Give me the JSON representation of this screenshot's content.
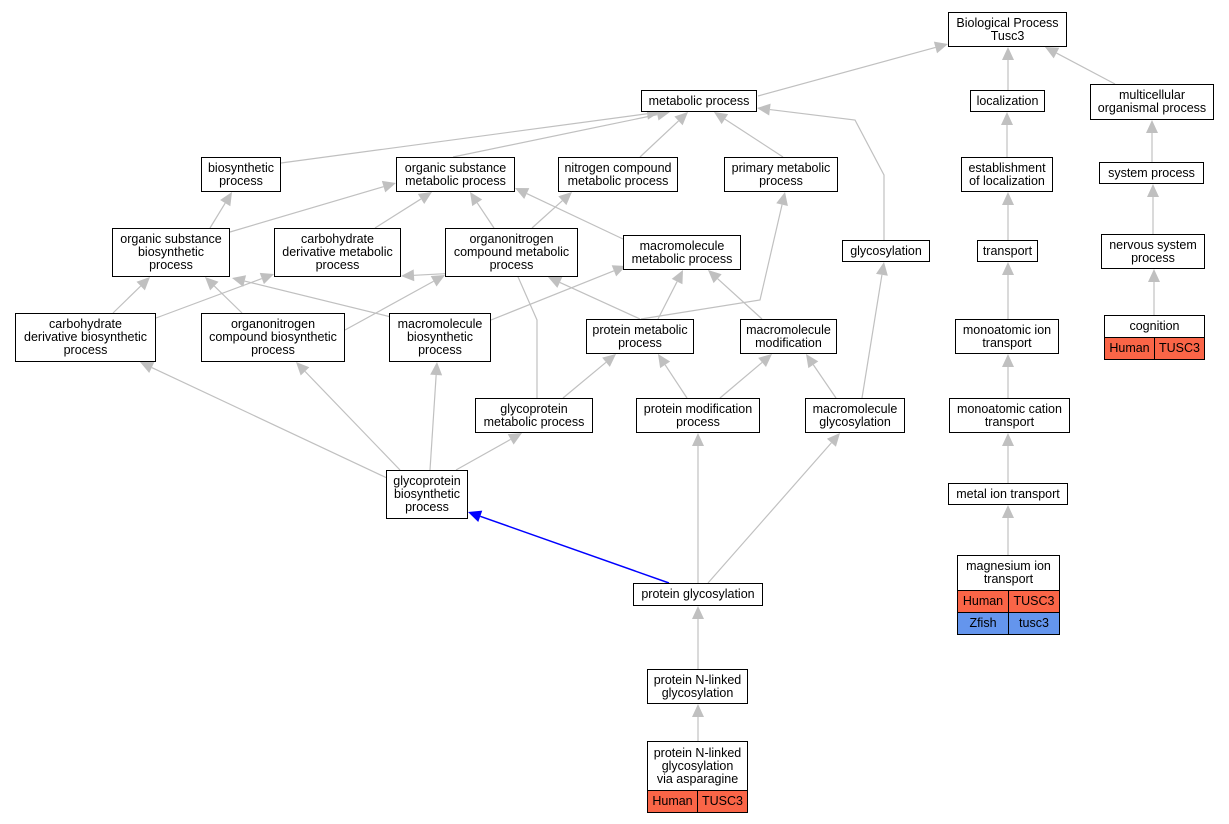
{
  "colors": {
    "edge": "#c0c0c0",
    "highlight_edge": "#0000ff",
    "human": "#fa6547",
    "zfish": "#6495ed"
  },
  "nodes": {
    "bp": [
      "Biological Process",
      "Tusc3"
    ],
    "metabolic": [
      "metabolic process"
    ],
    "localization": [
      "localization"
    ],
    "multicellular": [
      "multicellular",
      "organismal process"
    ],
    "biosynthetic": [
      "biosynthetic",
      "process"
    ],
    "org_sub_met": [
      "organic substance",
      "metabolic process"
    ],
    "nitrogen": [
      "nitrogen compound",
      "metabolic process"
    ],
    "primary": [
      "primary metabolic",
      "process"
    ],
    "establishment": [
      "establishment",
      "of localization"
    ],
    "system": [
      "system process"
    ],
    "org_sub_bio": [
      "organic substance",
      "biosynthetic",
      "process"
    ],
    "carb_deriv_met": [
      "carbohydrate",
      "derivative metabolic",
      "process"
    ],
    "organonitrogen_met": [
      "organonitrogen",
      "compound metabolic",
      "process"
    ],
    "macro_met": [
      "macromolecule",
      "metabolic process"
    ],
    "glycosylation": [
      "glycosylation"
    ],
    "transport": [
      "transport"
    ],
    "nervous": [
      "nervous system",
      "process"
    ],
    "carb_deriv_bio": [
      "carbohydrate",
      "derivative biosynthetic",
      "process"
    ],
    "organonitrogen_bio": [
      "organonitrogen",
      "compound biosynthetic",
      "process"
    ],
    "macro_bio": [
      "macromolecule",
      "biosynthetic",
      "process"
    ],
    "protein_met": [
      "protein metabolic",
      "process"
    ],
    "macro_mod": [
      "macromolecule",
      "modification"
    ],
    "monoatomic_ion": [
      "monoatomic ion",
      "transport"
    ],
    "cognition": [
      "cognition"
    ],
    "glycoprotein_met": [
      "glycoprotein",
      "metabolic process"
    ],
    "protein_mod": [
      "protein modification",
      "process"
    ],
    "macro_glyc": [
      "macromolecule",
      "glycosylation"
    ],
    "monoatomic_cation": [
      "monoatomic cation",
      "transport"
    ],
    "glycoprotein_bio": [
      "glycoprotein",
      "biosynthetic",
      "process"
    ],
    "metal_ion": [
      "metal ion transport"
    ],
    "magnesium": [
      "magnesium ion",
      "transport"
    ],
    "protein_glyc": [
      "protein glycosylation"
    ],
    "n_linked": [
      "protein N-linked",
      "glycosylation"
    ],
    "n_linked_asn": [
      "protein N-linked",
      "glycosylation",
      "via asparagine"
    ]
  },
  "annotations": {
    "cognition": [
      {
        "species": "Human",
        "gene": "TUSC3"
      }
    ],
    "magnesium": [
      {
        "species": "Human",
        "gene": "TUSC3"
      },
      {
        "species": "Zfish",
        "gene": "tusc3"
      }
    ],
    "n_linked_asn": [
      {
        "species": "Human",
        "gene": "TUSC3"
      }
    ]
  }
}
